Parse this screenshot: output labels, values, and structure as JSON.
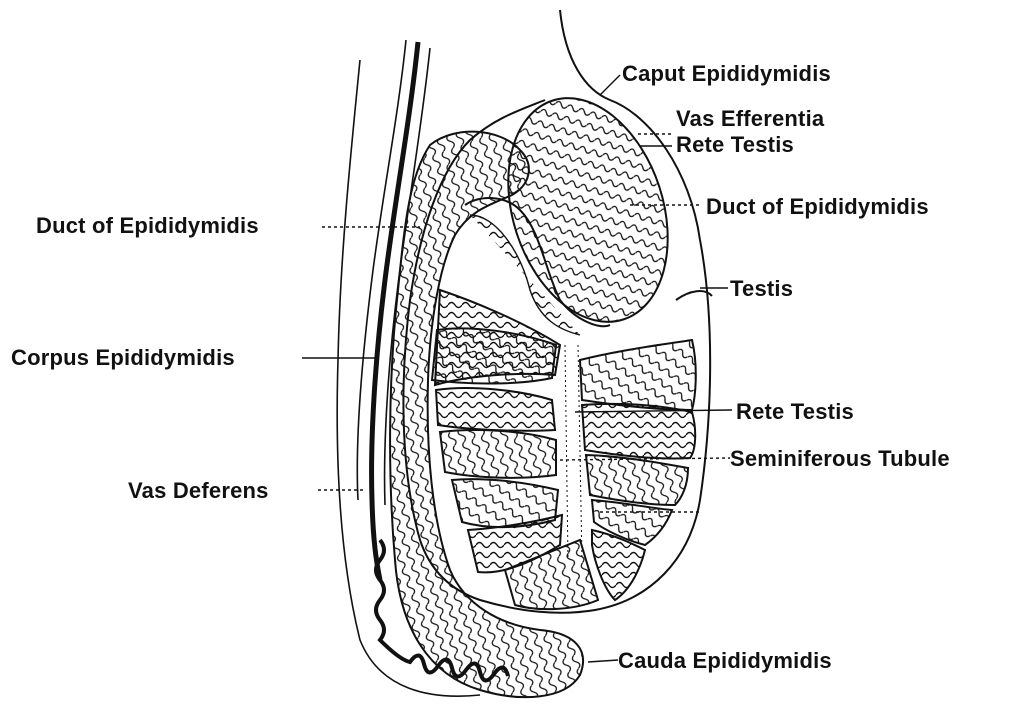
{
  "diagram": {
    "labels": {
      "caput_epididymidis": "Caput Epididymidis",
      "vas_efferentia": "Vas Efferentia",
      "rete_testis_top": "Rete Testis",
      "duct_of_epididymidis_right": "Duct of Epididymidis",
      "testis": "Testis",
      "duct_of_epididymidis_left": "Duct of Epididymidis",
      "corpus_epididymidis": "Corpus Epididymidis",
      "rete_testis_mid": "Rete Testis",
      "seminiferous_tubule": "Seminiferous Tubule",
      "vas_deferens": "Vas Deferens",
      "cauda_epididymidis": "Cauda Epididymidis"
    },
    "colors": {
      "ink": "#111111",
      "background": "#ffffff"
    }
  }
}
